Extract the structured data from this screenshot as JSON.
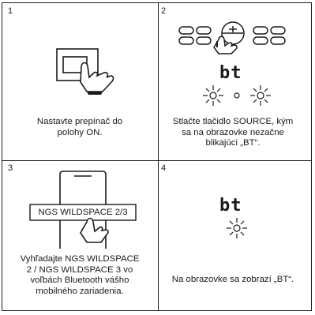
{
  "steps": [
    {
      "number": "1",
      "caption": "Nastavte prepínač do\npolohy ON."
    },
    {
      "number": "2",
      "caption": "Stlačte tlačidlo SOURCE, kým\nsa na obrazovke nezačne\nblikajúci „BT“.",
      "display": "bt"
    },
    {
      "number": "3",
      "caption": "Vyhľadajte NGS WILDSPACE\n2 / NGS WILDSPACE 3 vo\nvoľbách Bluetooth vášho\nmobilného zariadenia.",
      "device_label": "NGS WILDSPACE 2/3"
    },
    {
      "number": "4",
      "caption": "Na obrazovke sa zobrazí „BT“.",
      "display": "bt"
    }
  ]
}
